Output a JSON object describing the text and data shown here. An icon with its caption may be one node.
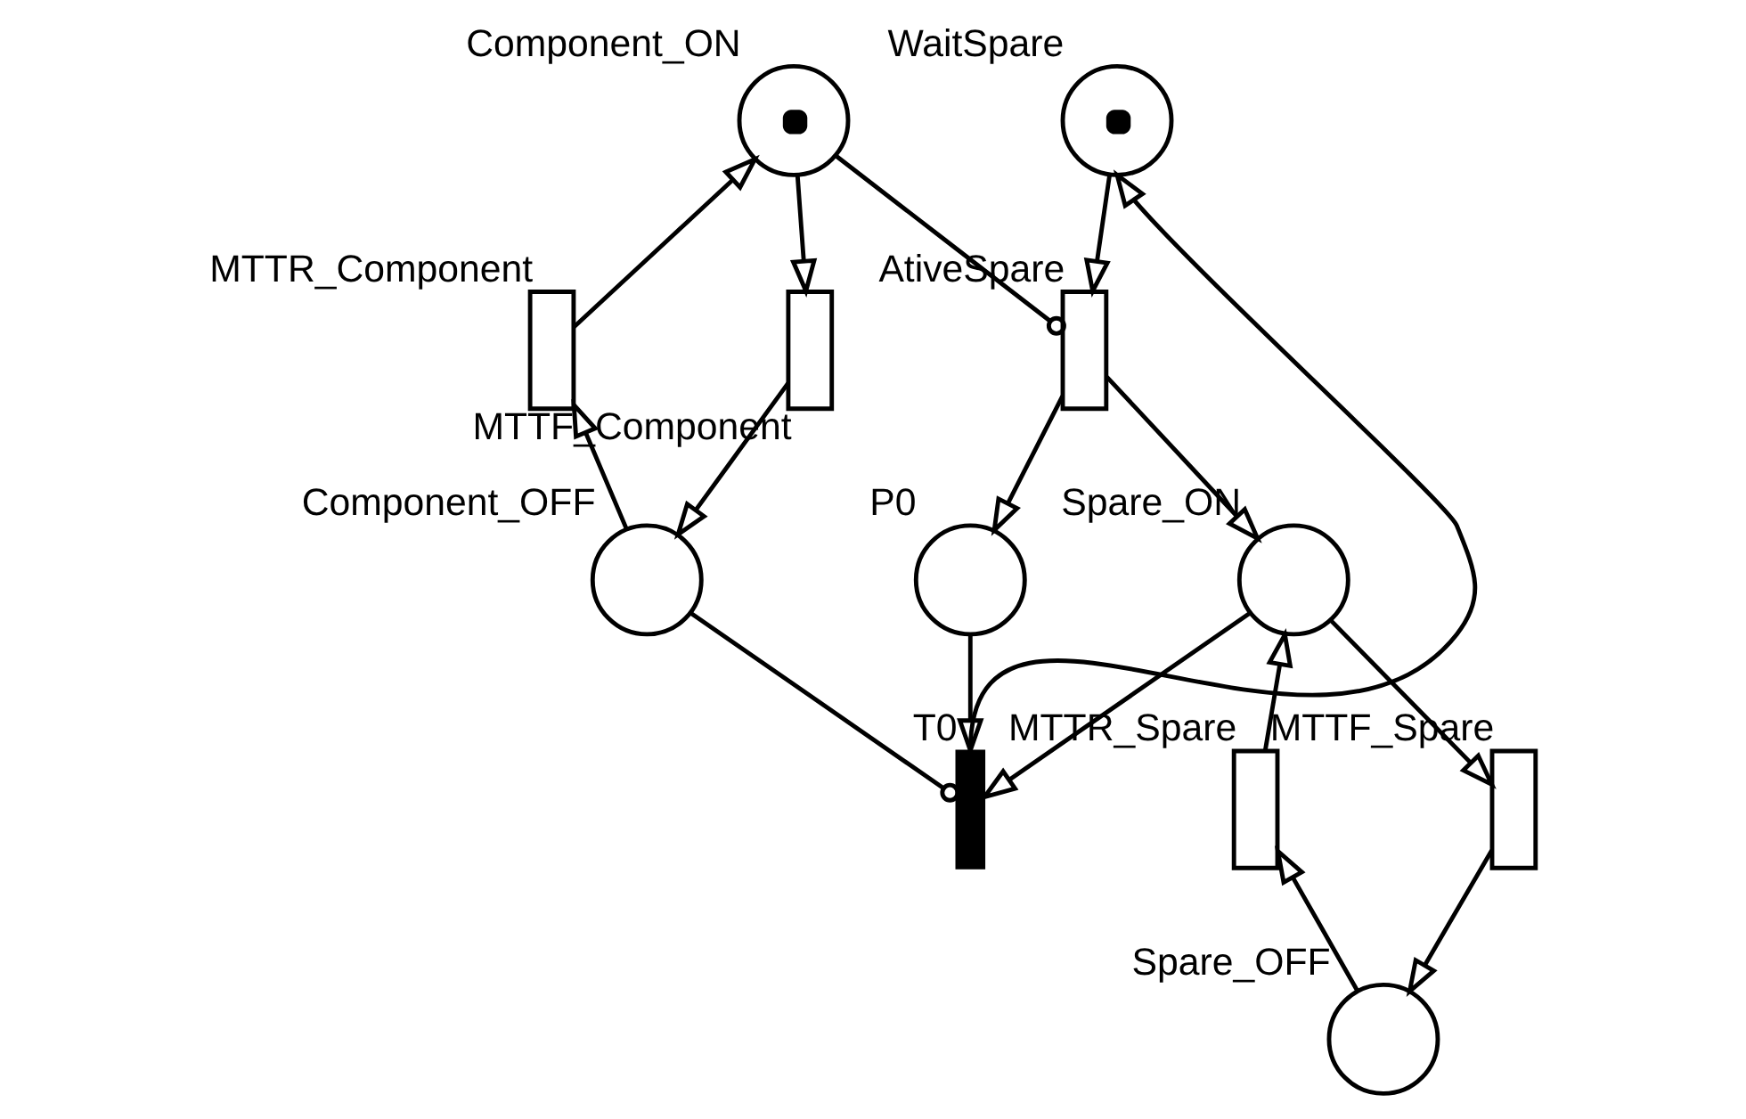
{
  "diagram": {
    "nodes": [
      {
        "text": [
          "Component_ON"
        ]
      },
      {
        "text": [
          "AtiveSpare"
        ]
      },
      {
        "text": [
          "WaitSpare"
        ]
      },
      {
        "text": [
          "MTTR_Component"
        ]
      },
      {
        "text": [
          "MTTF_Component"
        ]
      },
      {
        "text": [
          "Component_OFF"
        ]
      },
      {
        "text": [
          "P0"
        ]
      },
      {
        "text": [
          "T0"
        ]
      },
      {
        "text": [
          "Spare_ON"
        ]
      },
      {
        "text": [
          "MTTR_Spare"
        ]
      },
      {
        "text": [
          "MTTF_Spare"
        ]
      },
      {
        "text": [
          "Spare_OFF"
        ]
      }
    ],
    "edges": [
      {
        "from": 0,
        "to": 1,
        "arrow": "other"
      },
      {
        "from": 2,
        "to": 1,
        "arrow": "to"
      },
      {
        "from": 3,
        "to": 0,
        "arrow": "to"
      },
      {
        "from": 0,
        "to": 4,
        "arrow": "to"
      },
      {
        "from": 4,
        "to": 5,
        "arrow": "to"
      },
      {
        "from": 5,
        "to": 3,
        "arrow": "to"
      },
      {
        "from": 1,
        "to": 6,
        "arrow": "to"
      },
      {
        "from": 1,
        "to": 8,
        "arrow": "to"
      },
      {
        "from": 7,
        "to": 2,
        "arrow": "to"
      },
      {
        "from": 6,
        "to": 7,
        "arrow": "to"
      },
      {
        "from": 5,
        "to": 7,
        "arrow": "other"
      },
      {
        "from": 8,
        "to": 7,
        "arrow": "to"
      },
      {
        "from": 9,
        "to": 8,
        "arrow": "to"
      },
      {
        "from": 8,
        "to": 10,
        "arrow": "to"
      },
      {
        "from": 10,
        "to": 11,
        "arrow": "to"
      },
      {
        "from": 11,
        "to": 9,
        "arrow": "to"
      }
    ]
  }
}
